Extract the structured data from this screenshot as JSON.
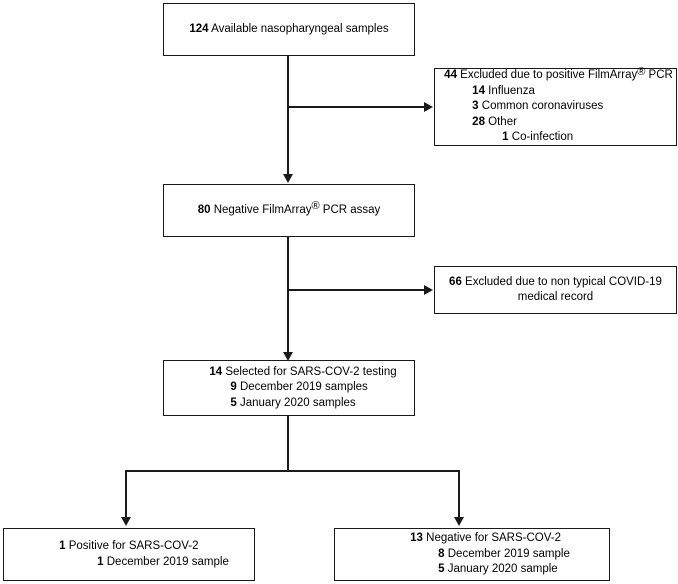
{
  "diagram": {
    "title": "Patient sample selection flowchart for SARS-COV-2 testing",
    "type": "flowchart",
    "stroke_color": "#1a1a1a",
    "background_color": "#ffffff",
    "nodes": {
      "available_samples": {
        "lines": [
          {
            "lead": "124",
            "rest": " Available nasopharyngeal samples",
            "indent": 0
          }
        ]
      },
      "excluded_positive_pcr": {
        "lines": [
          {
            "lead": "44",
            "rest": " Excluded due to positive FilmArray® PCR",
            "indent": 0
          },
          {
            "lead": "14",
            "rest": " Influenza",
            "indent": 1
          },
          {
            "lead": "3",
            "rest": " Common coronaviruses",
            "indent": 1
          },
          {
            "lead": "28",
            "rest": " Other",
            "indent": 1
          },
          {
            "lead": "1",
            "rest": " Co-infection",
            "indent": 2
          }
        ]
      },
      "negative_pcr_assay": {
        "lines": [
          {
            "lead": "80",
            "rest": " Negative FilmArray® PCR assay",
            "indent": 0
          }
        ]
      },
      "excluded_medical_record": {
        "lines": [
          {
            "lead": "66",
            "rest": " Excluded due to non typical COVID-19",
            "indent": 0
          },
          {
            "lead": "",
            "rest": "medical record",
            "indent": 0
          }
        ]
      },
      "selected_for_testing": {
        "lines": [
          {
            "lead": "14",
            "rest": " Selected for SARS-COV-2 testing",
            "indent": 0
          },
          {
            "lead": "9",
            "rest": " December 2019 samples",
            "indent": 1
          },
          {
            "lead": "5",
            "rest": " January 2020 samples",
            "indent": 1
          }
        ]
      },
      "positive_result": {
        "lines": [
          {
            "lead": "1",
            "rest": " Positive for SARS-COV-2",
            "indent": 0
          },
          {
            "lead": "1",
            "rest": " December 2019 sample",
            "indent": 1
          }
        ]
      },
      "negative_result": {
        "lines": [
          {
            "lead": "13",
            "rest": " Negative for SARS-COV-2",
            "indent": 0
          },
          {
            "lead": "8",
            "rest": " December 2019 sample",
            "indent": 1
          },
          {
            "lead": "5",
            "rest": " January 2020 sample",
            "indent": 1
          }
        ]
      }
    },
    "labels": {
      "node1_text": "124 Available nasopharyngeal samples",
      "node2_text": "44 Excluded due to positive FilmArray® PCR",
      "node3_text": "80 Negative FilmArray® PCR assay",
      "node4_text": "66 Excluded due to non typical COVID-19 medical record",
      "node5_text": "14 Selected for SARS-COV-2 testing",
      "node6_text": "1 Positive for SARS-COV-2",
      "node7_text": "13 Negative for SARS-COV-2"
    }
  }
}
